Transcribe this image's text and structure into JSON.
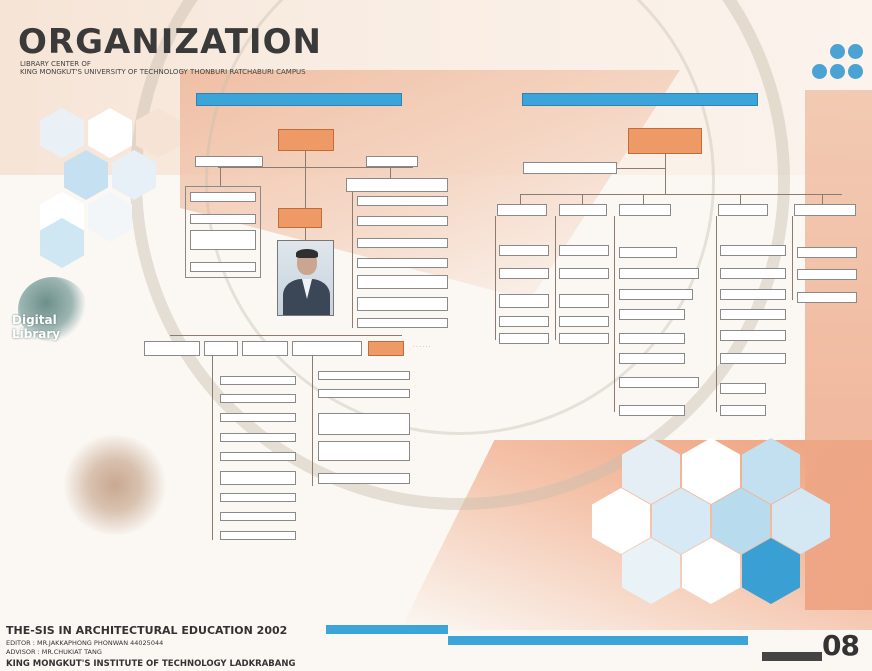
{
  "document": {
    "title": "ORGANIZATION",
    "subtitle_line1": "LIBRARY CENTER OF",
    "subtitle_line2": "KING MONGKUT'S UNIVERSITY OF TECHNOLOGY THONBURI RATCHABURI CAMPUS",
    "side_label": "Digital Library"
  },
  "footer": {
    "thesis": "THE-SIS IN ARCHITECTURAL EDUCATION 2002",
    "editor": "EDITOR   : MR.JAKKAPHONG  PHONWAN  44025044",
    "advisor": "ADVISOR  : MR.CHUKIAT TANG",
    "institute": "KING MONGKUT'S INSTITUTE OF TECHNOLOGY LADKRABANG",
    "page_number": "08"
  },
  "colors": {
    "accent_blue": "#3ba4d8",
    "accent_orange": "#ee9a66",
    "background": "#fbf8f4"
  }
}
